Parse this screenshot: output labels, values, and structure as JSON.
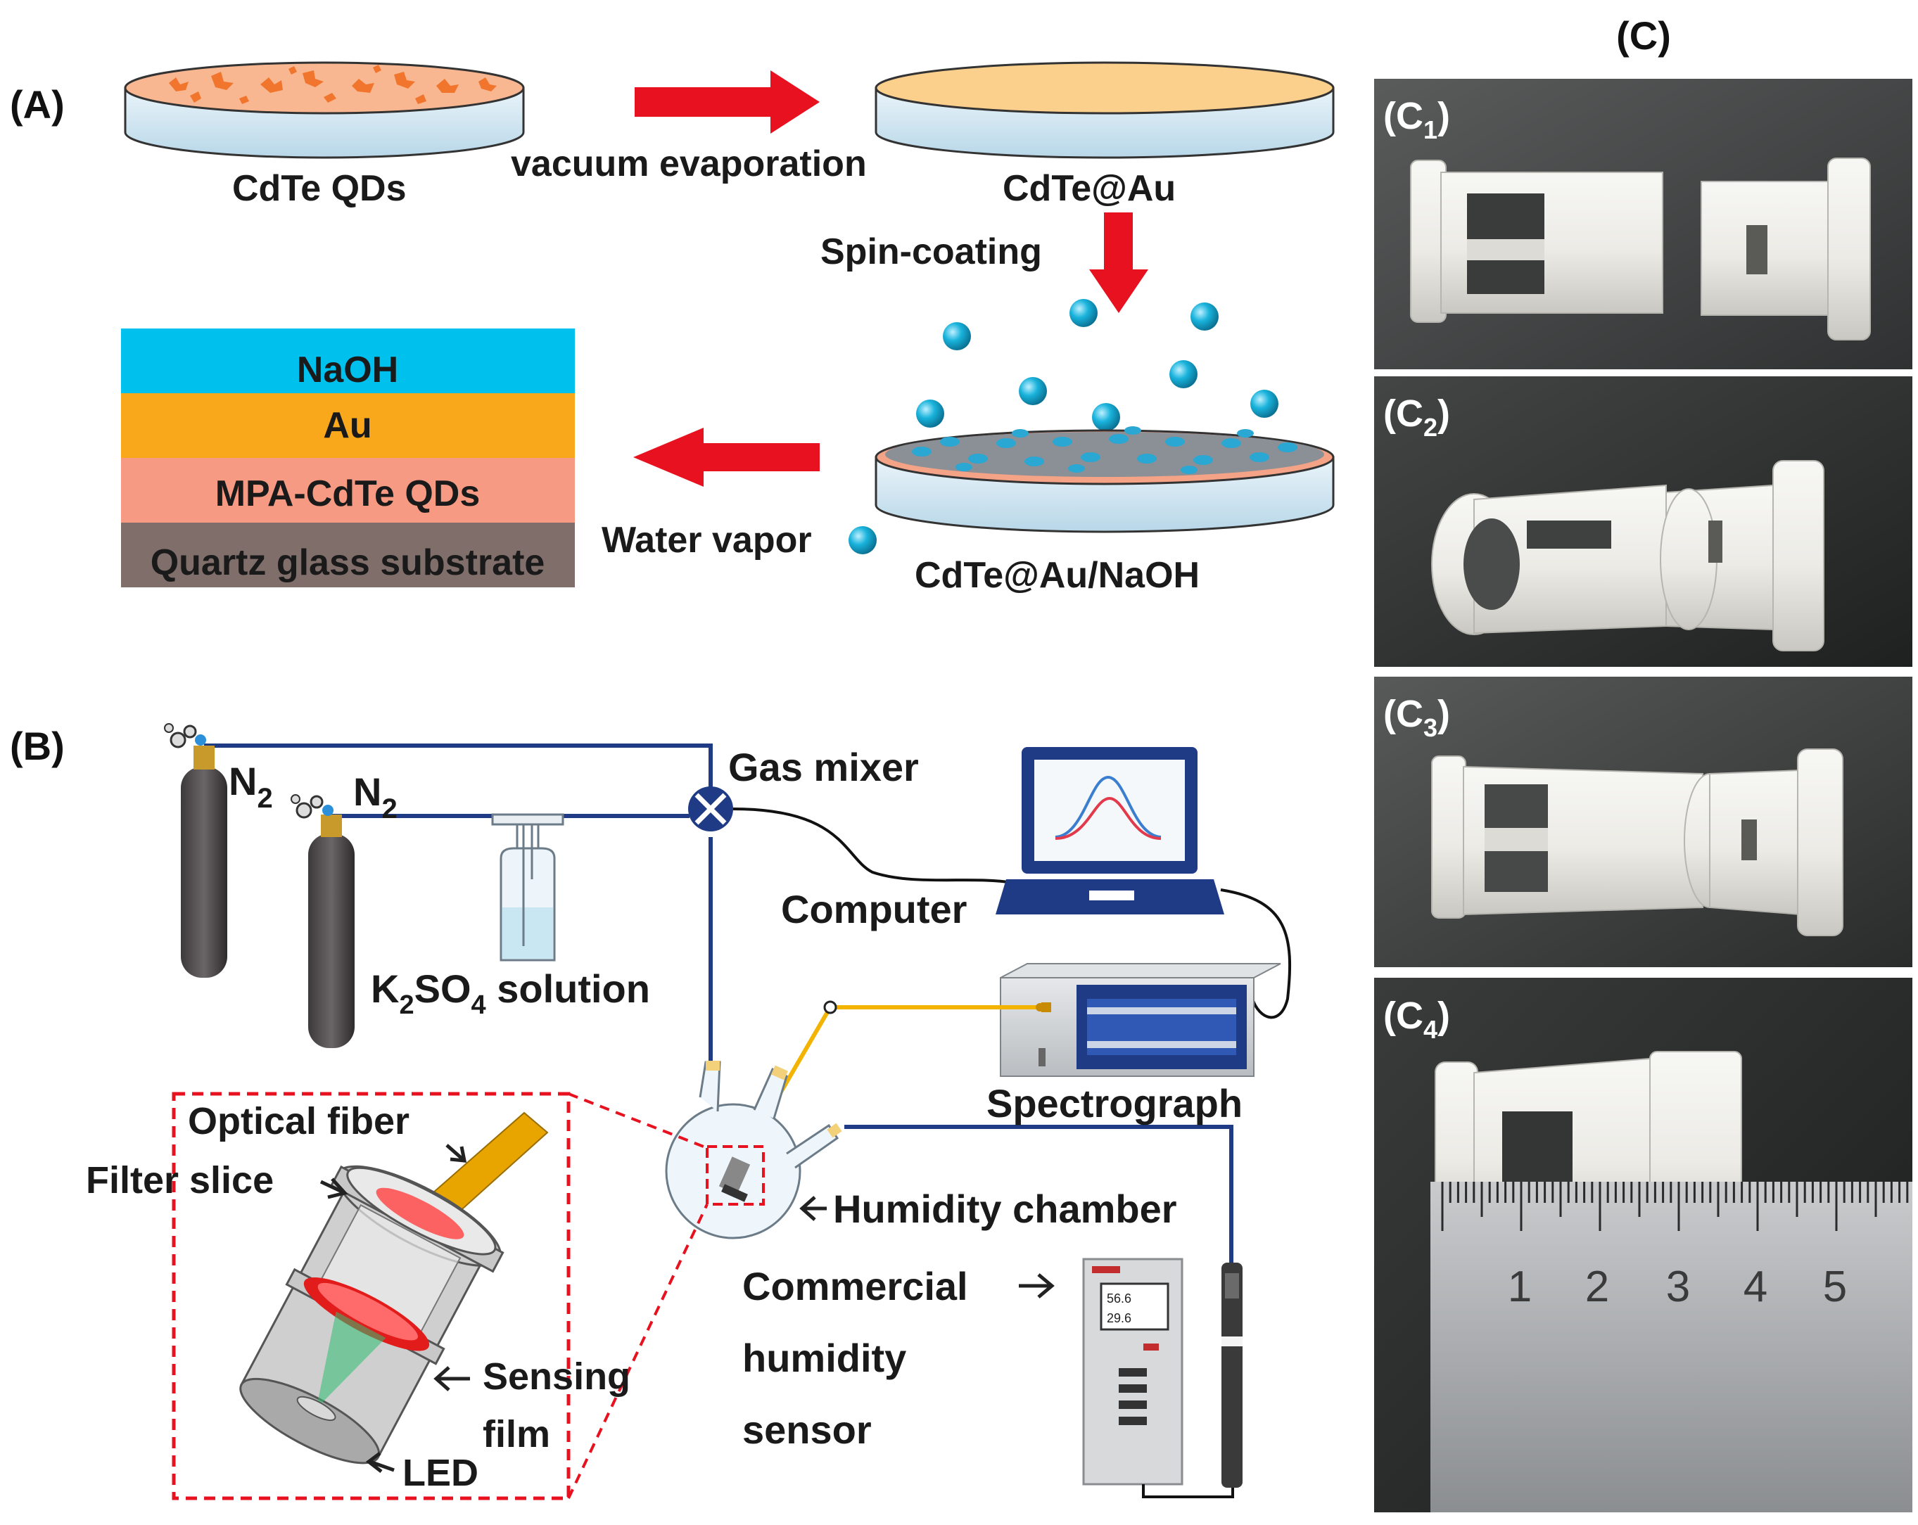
{
  "panelA": {
    "tag": "(A)",
    "cdte_qds": "CdTe QDs",
    "vacuum_evaporation": "vacuum evaporation",
    "cdte_au": "CdTe@Au",
    "spin_coating": "Spin-coating",
    "cdte_au_naoh": "CdTe@Au/NaOH",
    "water_vapor": "Water vapor",
    "layers": [
      {
        "label": "NaOH",
        "color": "#00c1ee"
      },
      {
        "label": "Au",
        "color": "#f9a81b"
      },
      {
        "label": "MPA-CdTe QDs",
        "color": "#f79a83"
      },
      {
        "label": "Quartz glass substrate",
        "color": "#7f6e6a"
      }
    ]
  },
  "panelB": {
    "tag": "(B)",
    "n2_left": "N",
    "n2_right": "N",
    "n2_sub": "2",
    "gas_mixer": "Gas mixer",
    "computer": "Computer",
    "k2so4_k": "K",
    "k2so4_sub1": "2",
    "k2so4_so": "SO",
    "k2so4_sub2": "4",
    "k2so4_rest": " solution",
    "spectrograph": "Spectrograph",
    "optical_fiber": "Optical fiber",
    "filter_slice": "Filter slice",
    "humidity_chamber": "Humidity chamber",
    "commercial": "Commercial",
    "humidity": "humidity",
    "sensor": "sensor",
    "sensing": "Sensing",
    "film": "film",
    "led": "LED",
    "display_top": "56.6",
    "display_bottom": "29.6"
  },
  "panelC": {
    "tag": "(C)",
    "photos": [
      {
        "prefix": "(C",
        "sub": "1",
        "suffix": ")"
      },
      {
        "prefix": "(C",
        "sub": "2",
        "suffix": ")"
      },
      {
        "prefix": "(C",
        "sub": "3",
        "suffix": ")"
      },
      {
        "prefix": "(C",
        "sub": "4",
        "suffix": ")"
      }
    ],
    "ruler_numbers": [
      "1",
      "2",
      "3",
      "4",
      "5"
    ]
  },
  "colors": {
    "arrow_red": "#e8111f",
    "line_blue": "#1f3b86",
    "fiber_yellow": "#f2b400",
    "droplet": "#1ab0d8",
    "frame_red": "#e8111f"
  }
}
